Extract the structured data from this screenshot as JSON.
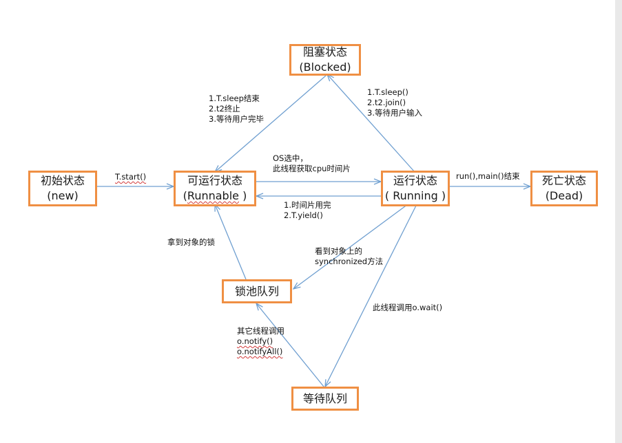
{
  "colors": {
    "box_border": "#ef8f43",
    "arrow": "#6f9fd0",
    "text": "#111111",
    "spell_underline": "#d23a3a"
  },
  "states": {
    "blocked": {
      "name": "阻塞状态",
      "en": "(Blocked)"
    },
    "new": {
      "name": "初始状态",
      "en": "(new)"
    },
    "runnable": {
      "name": "可运行状态",
      "en": "(Runnable )"
    },
    "running": {
      "name": "运行状态",
      "en": "( Running )"
    },
    "dead": {
      "name": "死亡状态",
      "en": "(Dead)"
    },
    "lock_pool": {
      "name": "锁池队列"
    },
    "wait_queue": {
      "name": "等待队列"
    }
  },
  "transitions": {
    "new_to_runnable": [
      "T.start()"
    ],
    "runnable_to_running": [
      "OS选中，",
      "此线程获取cpu时间片"
    ],
    "running_to_runnable": [
      "1.时间片用完",
      "2.T.yield()"
    ],
    "running_to_dead": [
      "run(),main()结束"
    ],
    "blocked_to_runnable": [
      "1.T.sleep结束",
      "2.t2终止",
      "3.等待用户完毕"
    ],
    "running_to_blocked": [
      "1.T.sleep()",
      "2.t2.join()",
      "3.等待用户输入"
    ],
    "lock_pool_to_runnable": [
      "拿到对象的锁"
    ],
    "running_to_lock_pool": [
      "看到对象上的",
      "synchronized方法"
    ],
    "running_to_wait_queue": [
      "此线程调用o.wait()"
    ],
    "wait_queue_to_lock_pool": [
      "其它线程调用",
      "o.notify()",
      "o.notifyAll()"
    ]
  }
}
